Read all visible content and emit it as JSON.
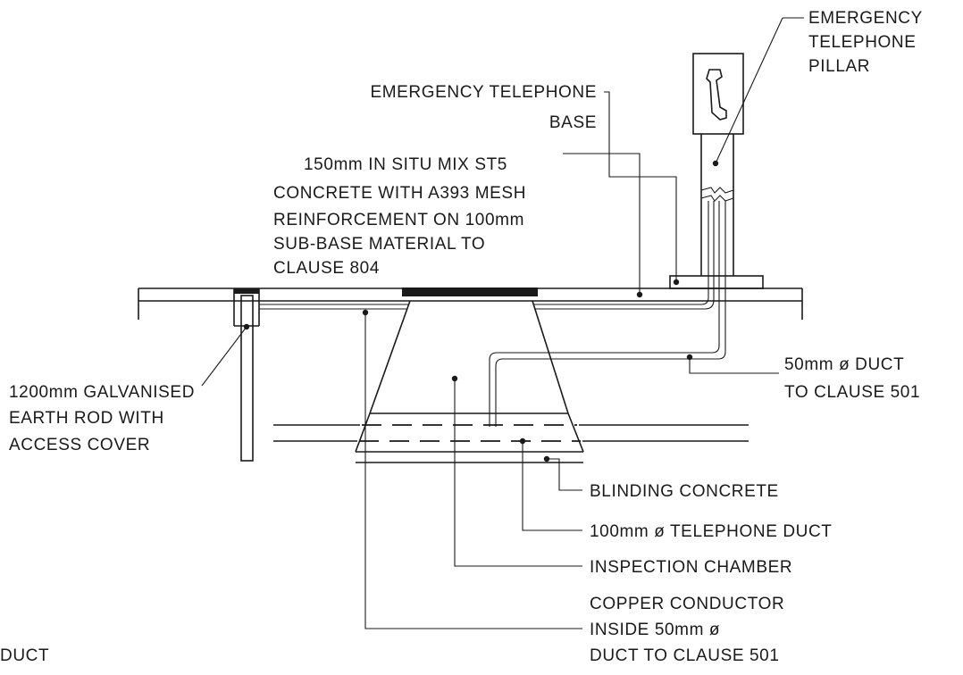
{
  "labels": {
    "pillar": [
      "EMERGENCY",
      "TELEPHONE",
      "PILLAR"
    ],
    "base": [
      "EMERGENCY TELEPHONE",
      "BASE"
    ],
    "concrete": [
      "150mm IN SITU MIX ST5",
      "CONCRETE WITH A393 MESH",
      "REINFORCEMENT ON 100mm",
      "SUB-BASE MATERIAL TO",
      "CLAUSE 804"
    ],
    "earth_rod": [
      "1200mm GALVANISED",
      "EARTH ROD WITH",
      "ACCESS COVER"
    ],
    "duct_50": [
      "50mm ø DUCT",
      "TO CLAUSE 501"
    ],
    "blinding": "BLINDING CONCRETE",
    "telephone_duct": "100mm ø TELEPHONE DUCT",
    "inspection_chamber": "INSPECTION CHAMBER",
    "copper": [
      "COPPER CONDUCTOR",
      "INSIDE 50mm ø",
      "DUCT TO CLAUSE 501"
    ],
    "partial_duct": "DUCT"
  }
}
